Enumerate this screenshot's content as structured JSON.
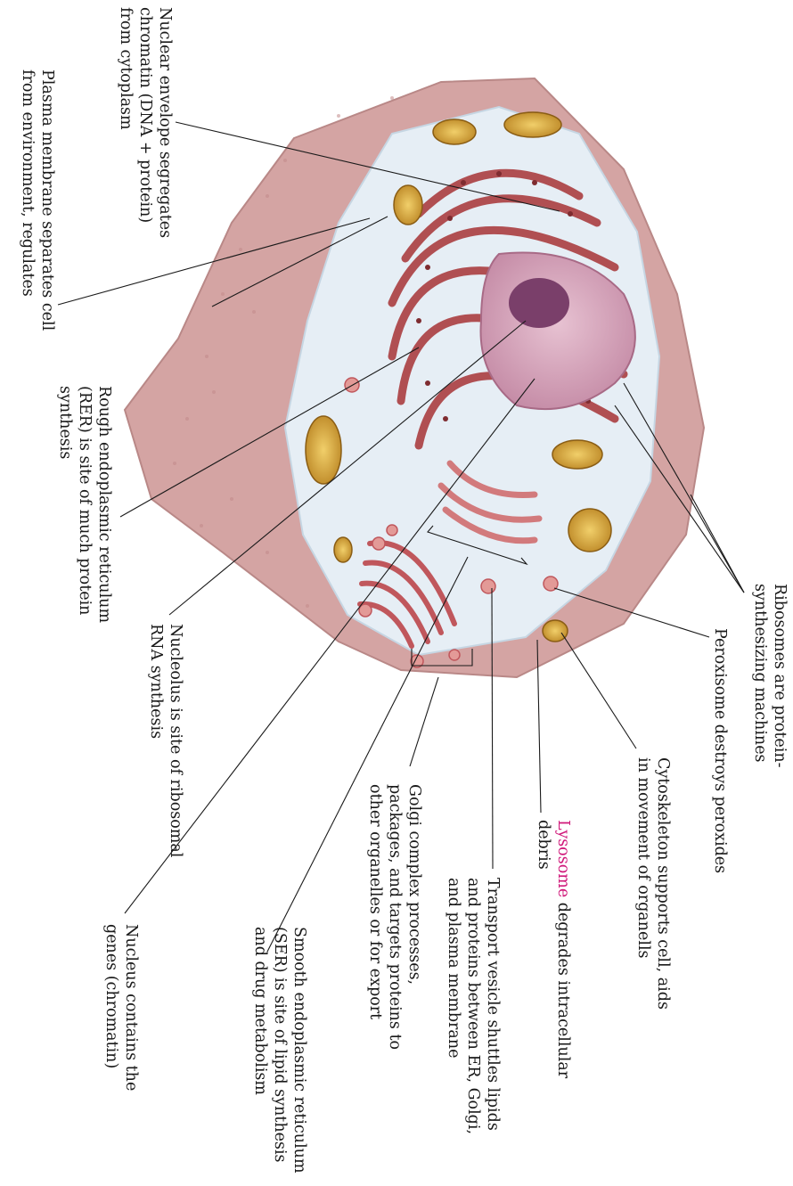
{
  "labels": {
    "ribosomes": [
      "Ribosomes are protein-",
      "synthesizing machines"
    ],
    "peroxisome": [
      "Peroxisome destroys peroxides"
    ],
    "cytoskeleton": [
      "Cytoskeleton supports cell, aids",
      "in movement of organells"
    ],
    "lysosome": {
      "name": "Lysosome",
      "rest": " degrades intracellular",
      "line2": "debris"
    },
    "transport": [
      "Transport vesicle shuttles lipids",
      "and proteins between ER, Golgi,",
      "and plasma membrane"
    ],
    "golgi": [
      "Golgi complex processes,",
      "packages, and targets proteins to",
      "other organelles or for export"
    ],
    "ser": [
      "Smooth endoplasmic reticulum",
      "(SER) is site of lipid synthesis",
      "and drug metabolism"
    ],
    "nucleus": [
      "Nucleus contains the",
      "genes (chromatin)"
    ],
    "nucleolus": [
      "Nucleolus is site of ribosomal",
      "RNA synthesis"
    ],
    "rer": [
      "Rough endoplasmic reticulum",
      "(RER) is site of much protein",
      "synthesis"
    ],
    "plasma": [
      "Plasma membrane separates cell",
      "from environment, regulates"
    ],
    "envelope": [
      "Nuclear envelope segregates",
      "chromatin (DNA + protein)",
      "from cytoplasm"
    ]
  },
  "colors": {
    "lysosome_highlight": "#d0187a",
    "membrane": "#c98a8a",
    "cytoplasm": "#e6eef5",
    "er": "#b04f52",
    "nucleus": "#c78aa6",
    "nucleolus": "#7a3f6a",
    "mitochondria": "#d9a838"
  }
}
